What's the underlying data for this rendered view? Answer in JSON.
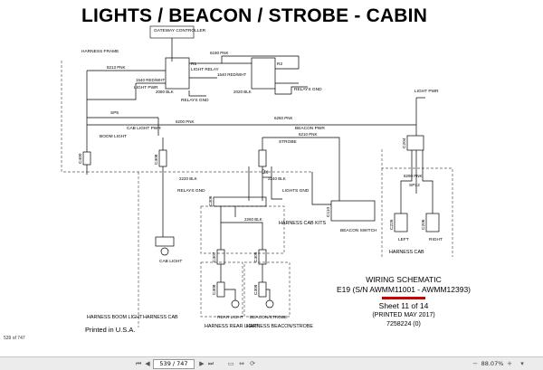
{
  "title": "LIGHTS / BEACON / STROBE - CABIN",
  "labels": {
    "gateway": "GATEWAY CONTROLLER",
    "gateway_sub": "",
    "harness_frame": "HARNESS FRAME",
    "light_relay": "LIGHT RELAY",
    "relay_r1": "R1",
    "relay_r2": "R2",
    "relays_gnd_1": "RELAYS GND",
    "relays_gnd_2": "RELAYS GND",
    "cab_light_pwr": "CAB LIGHT PWR",
    "boom_light": "BOOM LIGHT",
    "light_pwr_left": "LIGHT PWR",
    "light_pwr_right": "LIGHT PWR",
    "beacon_pwr": "BEACON PWR",
    "strobe": "STROBE",
    "relay_gnd_mid": "RELAYS GND",
    "lights_gnd": "LIGHTS GND",
    "harness_cab_kits": "HARNESS CAB KITS",
    "beacon_switch": "BEACON SWITCH",
    "cab_light": "CAB LIGHT",
    "rear_light": "REAR LIGHT",
    "beacon_strobe": "BEACON/STROBE",
    "left": "LEFT",
    "right": "RIGHT",
    "harness_cab_right": "HARNESS CAB",
    "harness_boom_light": "HARNESS BOOM LIGHT",
    "harness_cab_left": "HARNESS CAB",
    "harness_rear_light": "HARNESS REAR LIGHT",
    "harness_beacon_strobe": "HARNESS BEACON/STROBE",
    "dx": "Dx",
    "spl": "SP5",
    "spl2": "SP12"
  },
  "connectors": {
    "c400": "C400",
    "c308": "C308",
    "c306": "C306",
    "c110": "C110",
    "c204": "C204",
    "c226": "C226",
    "c206": "C206",
    "c307": "C307",
    "c305": "C305",
    "c308b": "C308",
    "c309": "C309"
  },
  "wires": {
    "w8213": "8213 PNK",
    "w6190": "6190 PNK",
    "w1540": "1540 RED/WHT",
    "w1640": "1640 RED/WHT",
    "w2080": "2080 BLK",
    "w2020": "2020 BLK",
    "w6200": "6200 PNK",
    "w6210": "6210 PNK",
    "w2220": "2220 BLK",
    "w2240": "2240 BLK",
    "w2260": "2260 BLK",
    "w6260": "6260 PNK",
    "w8290": "8290 PNK"
  },
  "sheet_info": {
    "heading": "WIRING SCHEMATIC",
    "model": "E19 (S/N AWMM11001 - AWMM12393)",
    "sheet": "Sheet 11 of 14",
    "printed_date": "(PRINTED MAY 2017)",
    "part_no": "7258224 (0)"
  },
  "printed": "Printed in U.S.A.",
  "page_index": "539 of 747",
  "toolbar": {
    "page_value": "539 / 747",
    "zoom": "88.07%"
  },
  "colors": {
    "line": "#000000",
    "dashed": "#555555",
    "accent": "#cc0000"
  }
}
